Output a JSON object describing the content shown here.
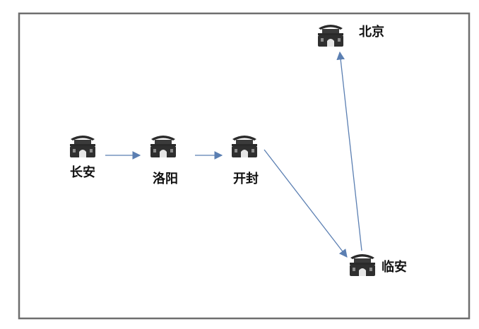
{
  "colors": {
    "frame": "#6e6e6e",
    "arrow": "#5b7fb2",
    "icon": "#2a2a2a"
  },
  "icon_name": "city-gate-icon",
  "cities": [
    {
      "id": "changan",
      "label": "长安"
    },
    {
      "id": "luoyang",
      "label": "洛阳"
    },
    {
      "id": "kaifeng",
      "label": "开封"
    },
    {
      "id": "linan",
      "label": "临安"
    },
    {
      "id": "beijing",
      "label": "北京"
    }
  ],
  "edges": [
    {
      "from": "changan",
      "to": "luoyang"
    },
    {
      "from": "luoyang",
      "to": "kaifeng"
    },
    {
      "from": "kaifeng",
      "to": "linan"
    },
    {
      "from": "linan",
      "to": "beijing"
    }
  ]
}
